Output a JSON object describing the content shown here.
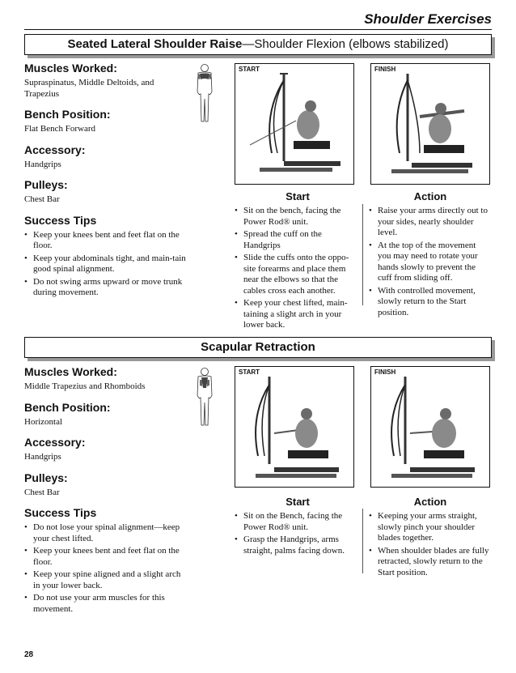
{
  "page": {
    "header": "Shoulder Exercises",
    "page_number": "28"
  },
  "section1": {
    "title_bold": "Seated Lateral Shoulder Raise",
    "title_rest": "—Shoulder Flexion (elbows stabilized)",
    "muscles_heading": "Muscles Worked:",
    "muscles": "Supraspinatus, Middle Deltoids, and Trapezius",
    "bench_heading": "Bench Position:",
    "bench": "Flat Bench Forward",
    "accessory_heading": "Accessory:",
    "accessory": "Handgrips",
    "pulleys_heading": "Pulleys:",
    "pulleys": "Chest Bar",
    "tips_heading": "Success Tips",
    "tips": [
      "Keep your knees bent and feet flat on the floor.",
      "Keep your abdominals tight, and main-tain good spinal alignment.",
      "Do not swing arms upward or move trunk during movement."
    ],
    "photo_start_label": "START",
    "photo_finish_label": "FINISH",
    "start_heading": "Start",
    "start_steps": [
      "Sit on the bench, facing the Power Rod® unit.",
      "Spread the cuff on the Handgrips",
      "Slide the cuffs onto the oppo-site forearms and place them near the elbows so that the cables cross each another.",
      "Keep your chest lifted, main-taining a slight arch in your lower back."
    ],
    "action_heading": "Action",
    "action_steps": [
      "Raise your arms directly out to your sides, nearly shoulder level.",
      "At the top of the movement you may need to rotate your hands slowly to prevent the cuff from sliding off.",
      "With controlled movement, slowly return to the Start position."
    ]
  },
  "section2": {
    "title": "Scapular Retraction",
    "muscles_heading": "Muscles Worked:",
    "muscles": "Middle Trapezius and Rhomboids",
    "bench_heading": "Bench Position:",
    "bench": "Horizontal",
    "accessory_heading": "Accessory:",
    "accessory": "Handgrips",
    "pulleys_heading": "Pulleys:",
    "pulleys": "Chest Bar",
    "tips_heading": "Success Tips",
    "tips": [
      "Do not lose your spinal alignment—keep your chest lifted.",
      "Keep your knees bent and feet flat on the floor.",
      "Keep your spine aligned and a slight arch in your lower back.",
      "Do not use your arm muscles for this movement."
    ],
    "photo_start_label": "START",
    "photo_finish_label": "FINISH",
    "start_heading": "Start",
    "start_steps": [
      "Sit on the Bench, facing the Power Rod® unit.",
      "Grasp the Handgrips, arms straight, palms facing down."
    ],
    "action_heading": "Action",
    "action_steps": [
      "Keeping your arms straight, slowly pinch your shoulder blades together.",
      "When shoulder blades are fully retracted, slowly return to the Start position."
    ]
  }
}
